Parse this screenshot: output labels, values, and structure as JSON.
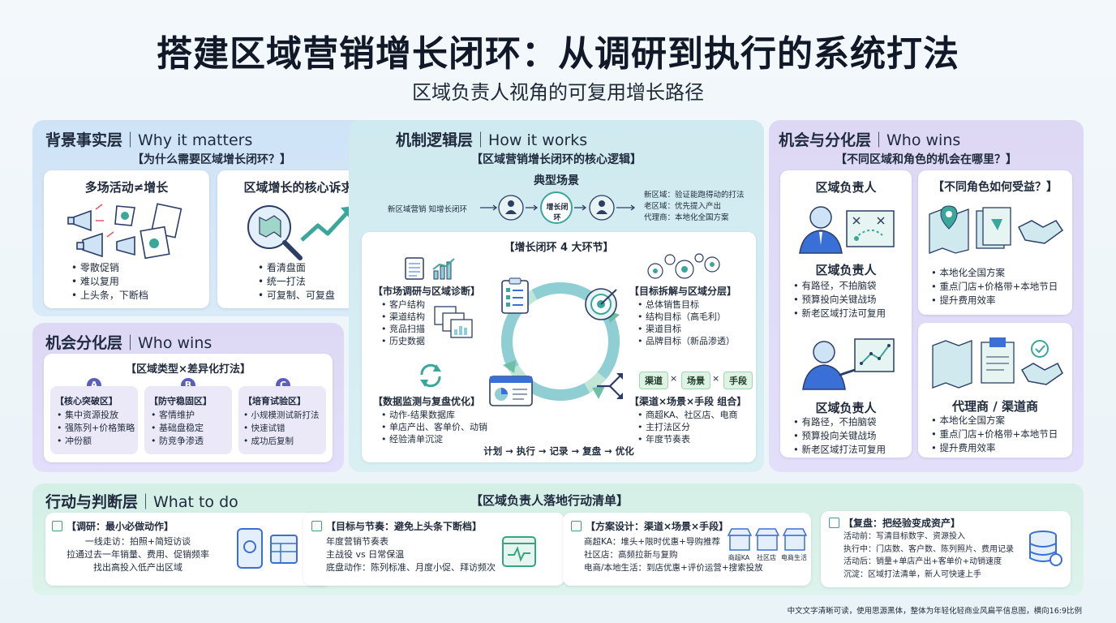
{
  "header": {
    "title": "搭建区域营销增长闭环：从调研到执行的系统打法",
    "subtitle": "区域负责人视角的可复用增长路径"
  },
  "background_layer": {
    "title": "背景事实层",
    "title_en": "｜Why it matters",
    "question": "【为什么需要区域增长闭环？】",
    "card1": {
      "title": "多场活动≠增长",
      "items": [
        "零散促销",
        "难以复用",
        "上头条，下断档"
      ]
    },
    "card2": {
      "title": "区域增长的核心诉求",
      "items": [
        "看清盘面",
        "统一打法",
        "可复制、可复盘"
      ]
    }
  },
  "opportunity_left": {
    "title": "机会分化层",
    "title_en": "｜Who wins",
    "heading": "【区域类型×差异化打法】",
    "zones": [
      {
        "letter": "A",
        "title": "【核心突破区】",
        "items": [
          "集中资源投放",
          "强陈列+价格策略",
          "冲份额"
        ]
      },
      {
        "letter": "B",
        "title": "【防守稳固区】",
        "items": [
          "客情维护",
          "基础盘稳定",
          "防竞争渗透"
        ]
      },
      {
        "letter": "C",
        "title": "【培育试验区】",
        "items": [
          "小规模测试新打法",
          "快速试错",
          "成功后复制"
        ]
      }
    ]
  },
  "mechanism": {
    "title": "机制逻辑层",
    "title_en": "｜How it works",
    "question": "【区域营销增长闭环的核心逻辑】",
    "scenario_title": "典型场景",
    "scenario_left": "新区域营销 知增长闭环",
    "scenario_center": "增长闭环",
    "scenario_right": [
      "新区域：验证能跑得动的打法",
      "老区域：优先提入产出",
      "代理商：本地化全国方案"
    ],
    "loop_title": "【增长闭环 4 大环节】",
    "nodes": [
      {
        "title": "【市场调研与区域诊断】",
        "items": [
          "客户结构",
          "渠道结构",
          "竞品扫描",
          "历史数据"
        ]
      },
      {
        "title": "【目标拆解与区域分层】",
        "items": [
          "总体销售目标",
          "结构目标（高毛利）",
          "渠道目标",
          "品牌目标（新品渗透）"
        ]
      },
      {
        "title": "【渠道×场景×手段 组合】",
        "items": [
          "商超KA、社区店、电商",
          "主打法区分",
          "年度节奏表"
        ]
      },
      {
        "title": "【数据监测与复盘优化】",
        "items": [
          "动作-结果数据库",
          "单店产出、客单价、动销",
          "经验清单沉淀"
        ]
      }
    ],
    "tags": [
      "渠道",
      "×",
      "场景",
      "×",
      "手段"
    ],
    "flow": "计划 → 执行 → 记录 → 复盘 → 优化"
  },
  "opportunity_right": {
    "title": "机会与分化层",
    "title_en": "｜Who wins",
    "question": "【不同区域和角色的机会在哪里？】",
    "role_card_title": "区域负责人",
    "role1": {
      "name": "区域负责人",
      "items": [
        "有路径，不拍脑袋",
        "预算投向关键战场",
        "新老区域打法可复用"
      ]
    },
    "role2": {
      "name": "区域负责人",
      "items": [
        "有路径，不拍脑袋",
        "预算投向关键战场",
        "新老区域打法可复用"
      ]
    },
    "benefit_title": "【不同角色如何受益？】",
    "benefit_items": [
      "本地化全国方案",
      "重点门店+价格带+本地节日",
      "提升费用效率"
    ],
    "agent_title": "代理商 / 渠道商",
    "agent_items": [
      "本地化全国方案",
      "重点门店+价格带+本地节日",
      "提升费用效率"
    ]
  },
  "action": {
    "title": "行动与判断层",
    "title_en": "｜What to do",
    "checklist_title": "【区域负责人落地行动清单】",
    "cards": [
      {
        "title": "【调研：最小必做动作】",
        "lines": [
          "一线走访：拍照+简短访谈",
          "拉通过去一年销量、费用、促销频率",
          "找出高投入低产出区域"
        ]
      },
      {
        "title": "【目标与节奏：避免上头条下断档】",
        "lines": [
          "年度营销节奏表",
          "主战役 vs 日常保温",
          "底盘动作：陈列标准、月度小促、拜访频次"
        ]
      },
      {
        "title": "【方案设计：渠道×场景×手段】",
        "lines": [
          "商超KA：堆头+限时优惠+导购推荐",
          "社区店：高频拉新与复购",
          "电商/本地生活：到店优惠+评价运营+搜索投放"
        ],
        "icons": [
          "商超KA",
          "社区店",
          "电商生活"
        ]
      },
      {
        "title": "【复盘：把经验变成资产】",
        "lines": [
          "活动前：写清目标数字、资源投入",
          "执行中：门店数、客户数、陈列照片、费用记录",
          "活动后：销量+单店产出+客单价+动销速度",
          "沉淀：区域打法清单，新人可快速上手"
        ]
      }
    ]
  },
  "footer": "中文文字清晰可读，使用思源黑体，整体为年轻化轻商业风扁平信息图，横向16:9比例",
  "colors": {
    "accent_blue": "#3b6fd8",
    "accent_teal": "#3aa79a",
    "accent_purple": "#5b5fb8",
    "accent_green": "#37a57c"
  },
  "icons": [
    "megaphone-icon",
    "map-magnifier-icon",
    "growth-arrow-icon",
    "document-icon",
    "bar-chart-icon",
    "target-icon",
    "refresh-icon",
    "checklist-icon",
    "dashboard-icon",
    "person-icon",
    "map-pin-icon",
    "handshake-icon",
    "camera-phone-icon",
    "table-icon",
    "pulse-calendar-icon",
    "storefront-icon",
    "database-icon"
  ]
}
